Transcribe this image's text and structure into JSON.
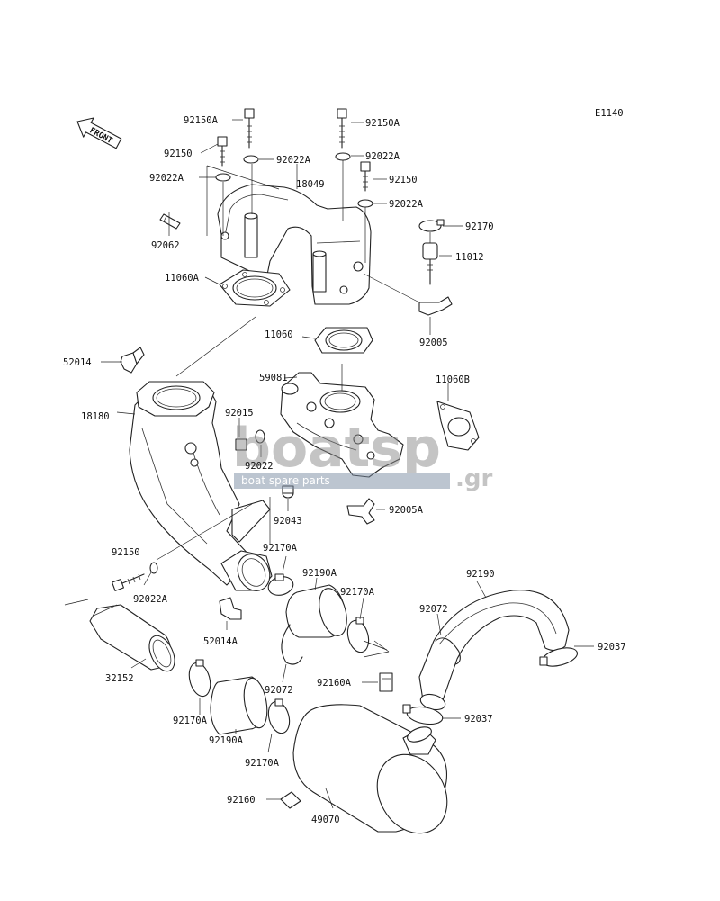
{
  "diagram_code": "E1140",
  "front_label": "FRONT",
  "watermark": {
    "brand": "boatsp",
    "tld": ".gr",
    "tagline": "boat spare parts"
  },
  "labels": {
    "p92150A_l": "92150A",
    "p92150A_r": "92150A",
    "p92150_l": "92150",
    "p92022A_c": "92022A",
    "p92022A_r1": "92022A",
    "p92022A_l": "92022A",
    "p18049": "18049",
    "p92150_r": "92150",
    "p92022A_r2": "92022A",
    "p92170": "92170",
    "p92062": "92062",
    "p11012": "11012",
    "p11060A": "11060A",
    "p92005": "92005",
    "p11060": "11060",
    "p52014": "52014",
    "p59081": "59081",
    "p11060B": "11060B",
    "p18180": "18180",
    "p92015": "92015",
    "p92022": "92022",
    "p92043": "92043",
    "p92005A": "92005A",
    "p92150_b": "92150",
    "p92170A_1": "92170A",
    "p92190A_1": "92190A",
    "p92190": "92190",
    "p92022A_b": "92022A",
    "p92170A_2": "92170A",
    "p92072_r": "92072",
    "p52014A": "52014A",
    "p92037_1": "92037",
    "p32152": "32152",
    "p92072_c": "92072",
    "p92160A": "92160A",
    "p92037_2": "92037",
    "p92170A_3": "92170A",
    "p92190A_2": "92190A",
    "p92170A_4": "92170A",
    "p92160": "92160",
    "p49070": "49070"
  }
}
